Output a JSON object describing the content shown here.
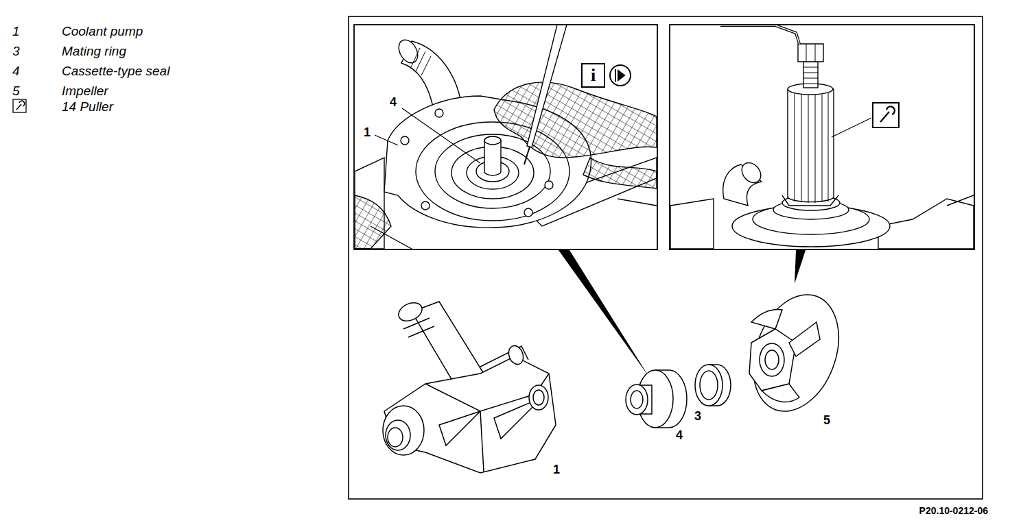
{
  "diagram": {
    "labels": [
      "1",
      "Coolant pump",
      "3",
      "Mating ring",
      "4",
      "Cassette-type seal",
      "5",
      "Impeller",
      "14 Puller",
      "4",
      "1",
      "i",
      "4",
      "3",
      "5",
      "1",
      "P20.10-0212-06"
    ]
  }
}
